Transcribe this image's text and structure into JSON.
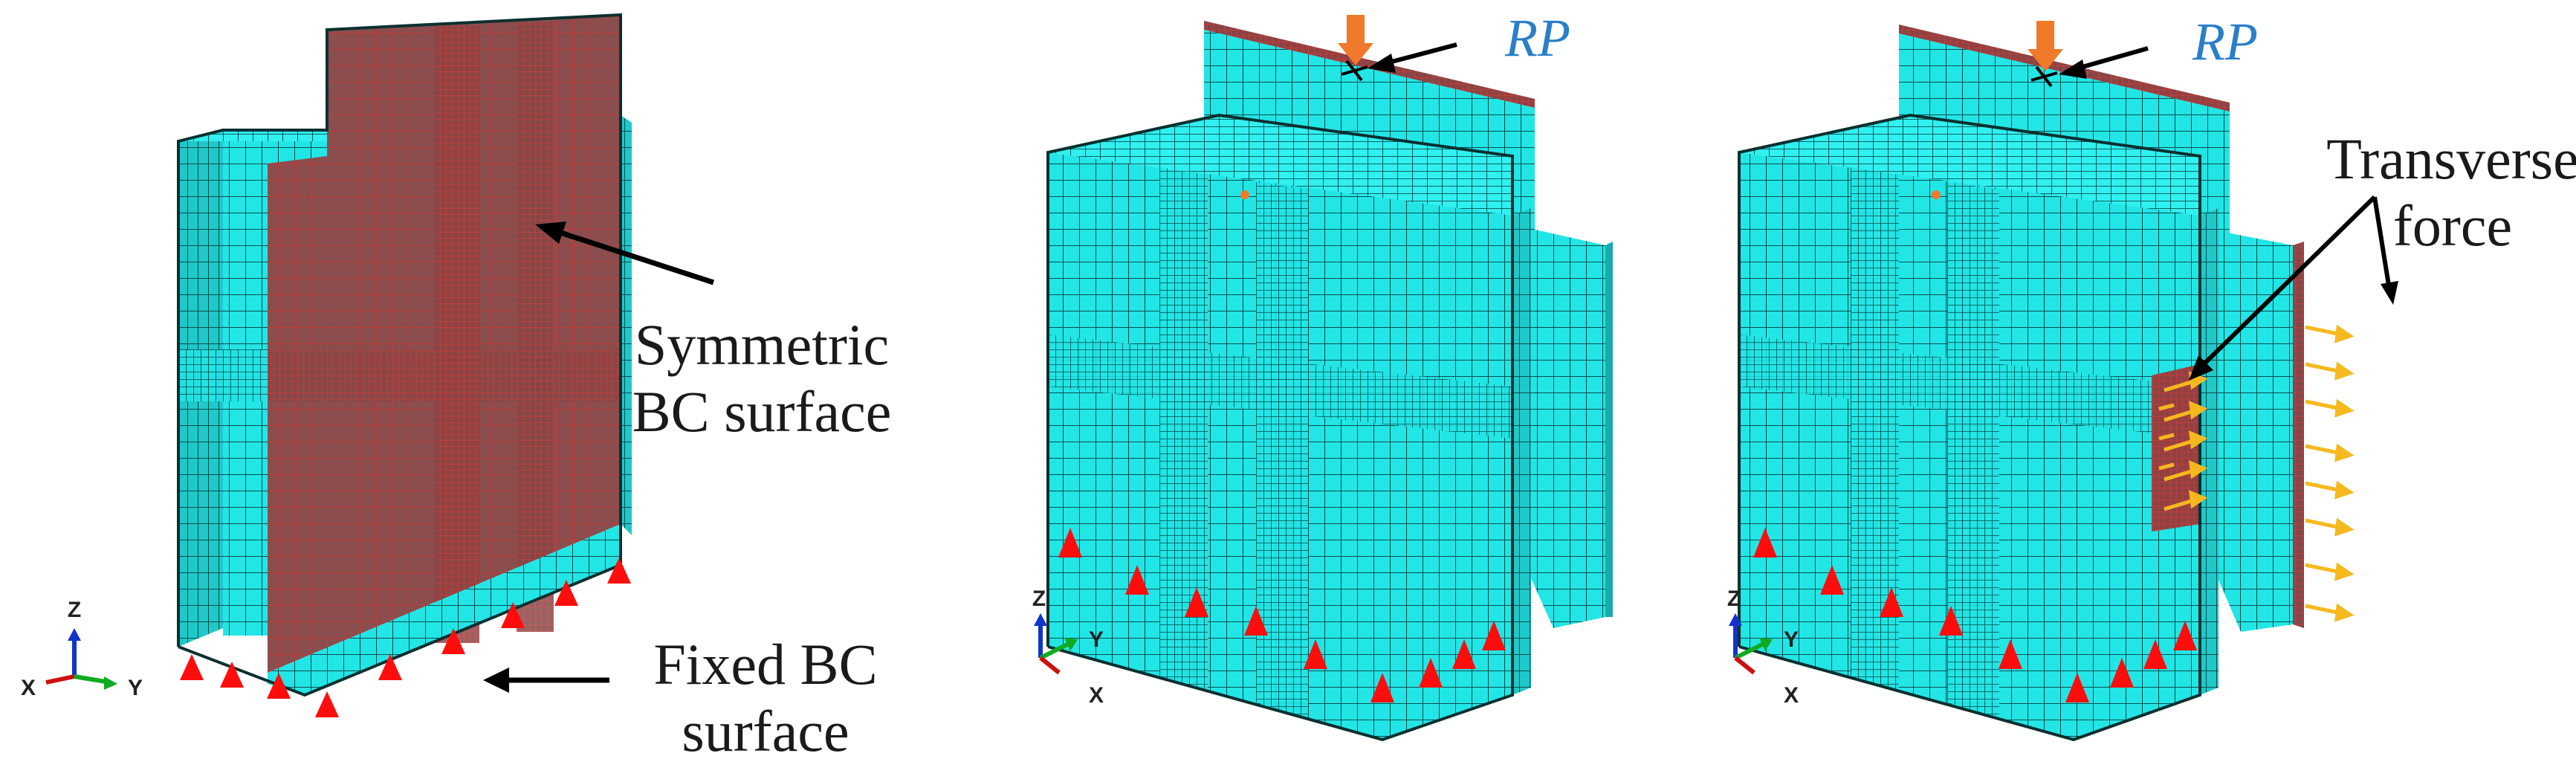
{
  "colors": {
    "mesh_fill": "#22e6e6",
    "mesh_line": "#0d4d4d",
    "surface_fill": "#8b4d4d",
    "surface_line": "#c43a3a",
    "support": "#ff0d0d",
    "load_arrow": "#f07a2a",
    "force_arrow": "#f5b91f",
    "rp_text": "#2a7fc8",
    "axis_x": "#cc1111",
    "axis_y": "#11aa22",
    "axis_z": "#1133cc"
  },
  "panels": [
    {
      "id": "left",
      "labels": {
        "symmetric_1": "Symmetric",
        "symmetric_2": "BC surface",
        "fixed_1": "Fixed BC",
        "fixed_2": "surface"
      },
      "triad": {
        "z": "Z",
        "x": "X",
        "y": "Y"
      }
    },
    {
      "id": "middle",
      "labels": {
        "rp": "RP"
      },
      "triad": {
        "z": "Z",
        "y": "Y",
        "x": "X"
      }
    },
    {
      "id": "right",
      "labels": {
        "rp": "RP",
        "transverse_1": "Transverse",
        "transverse_2": "force"
      },
      "triad": {
        "z": "Z",
        "y": "Y",
        "x": "X"
      }
    }
  ]
}
